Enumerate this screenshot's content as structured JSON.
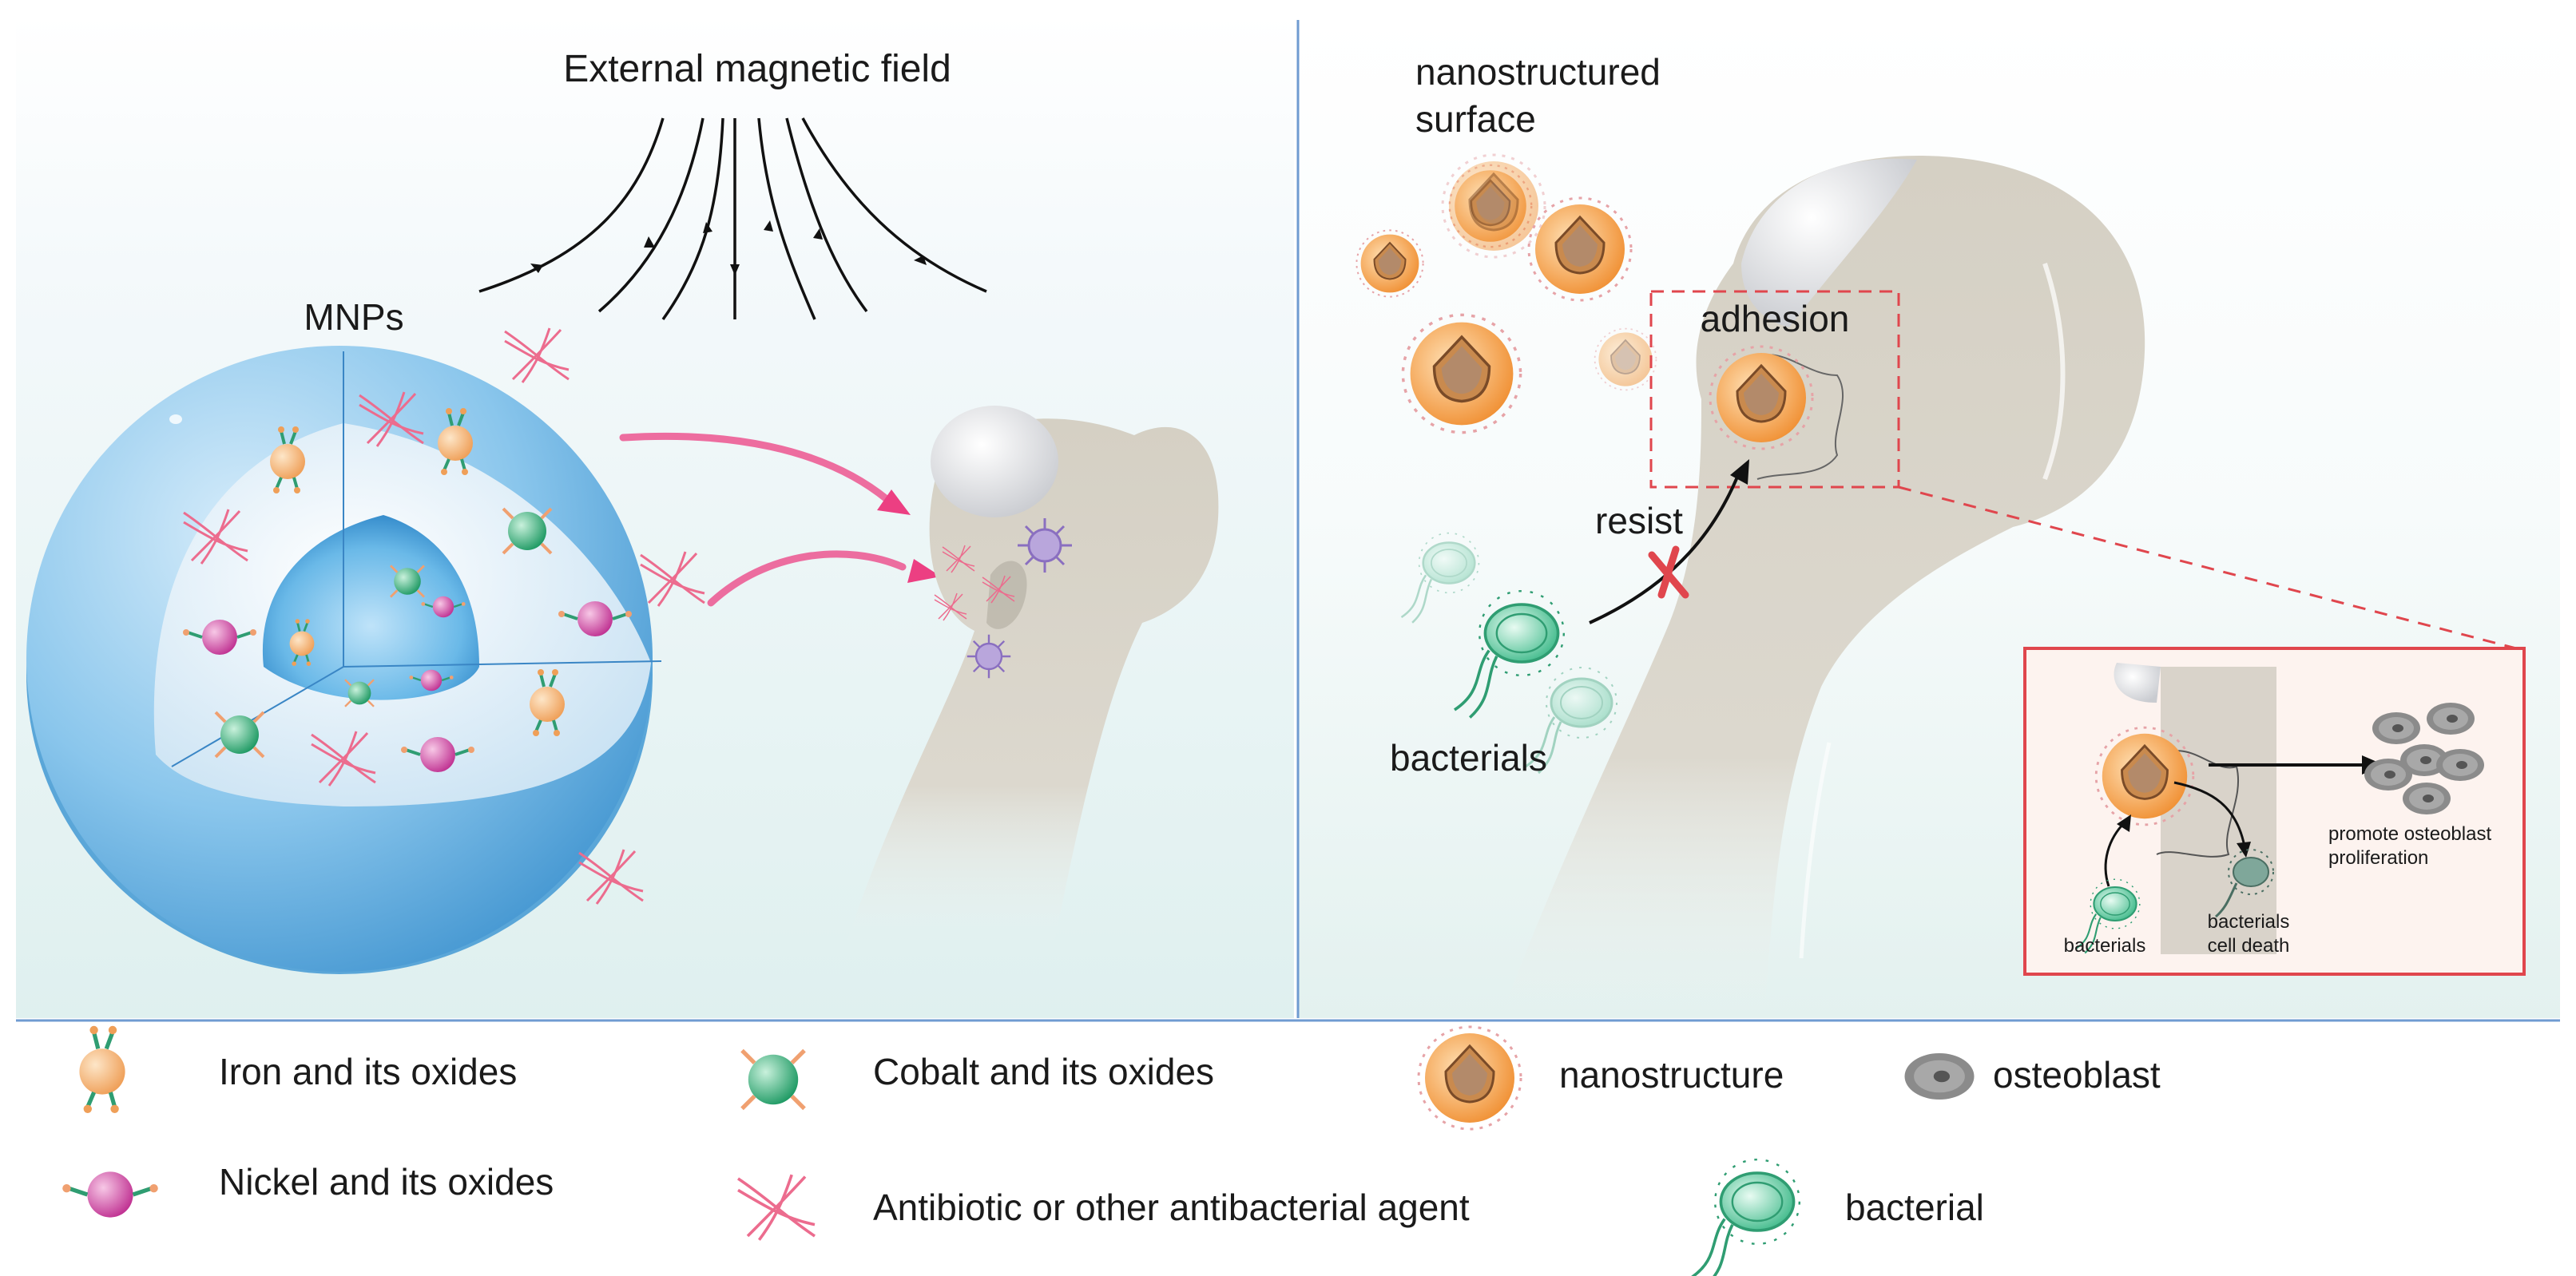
{
  "left_panel": {
    "field_label": "External magnetic field",
    "mnps_label": "MNPs"
  },
  "right_panel": {
    "surface_label_line1": "nanostructured",
    "surface_label_line2": "surface",
    "adhesion_label": "adhesion",
    "resist_label": "resist",
    "bacterials_label": "bacterials",
    "inset": {
      "bacterials_label": "bacterials",
      "death_label_line1": "bacterials",
      "death_label_line2": "cell death",
      "promote_label_line1": "promote osteoblast",
      "promote_label_line2": "proliferation"
    }
  },
  "legend": {
    "iron": "Iron and its oxides",
    "nickel": "Nickel and its oxides",
    "cobalt": "Cobalt and its oxides",
    "antibiotic": "Antibiotic or other antibacterial agent",
    "nanostructure": "nanostructure",
    "osteoblast": "osteoblast",
    "bacterial": "bacterial"
  },
  "colors": {
    "divider": "#6f9bd1",
    "sphere_outer": "#6db2e2",
    "sphere_core": "#1d7ec6",
    "iron": "#f3b27a",
    "cobalt": "#37b27c",
    "nickel": "#d44fa5",
    "antibiotic": "#ec6c8e",
    "nanostructure": "#f1943a",
    "bone": "#d8d3c6",
    "bacteria": "#3fbf8f",
    "inset_border": "#e0464d",
    "arrow_pink": "#ec3f82"
  }
}
